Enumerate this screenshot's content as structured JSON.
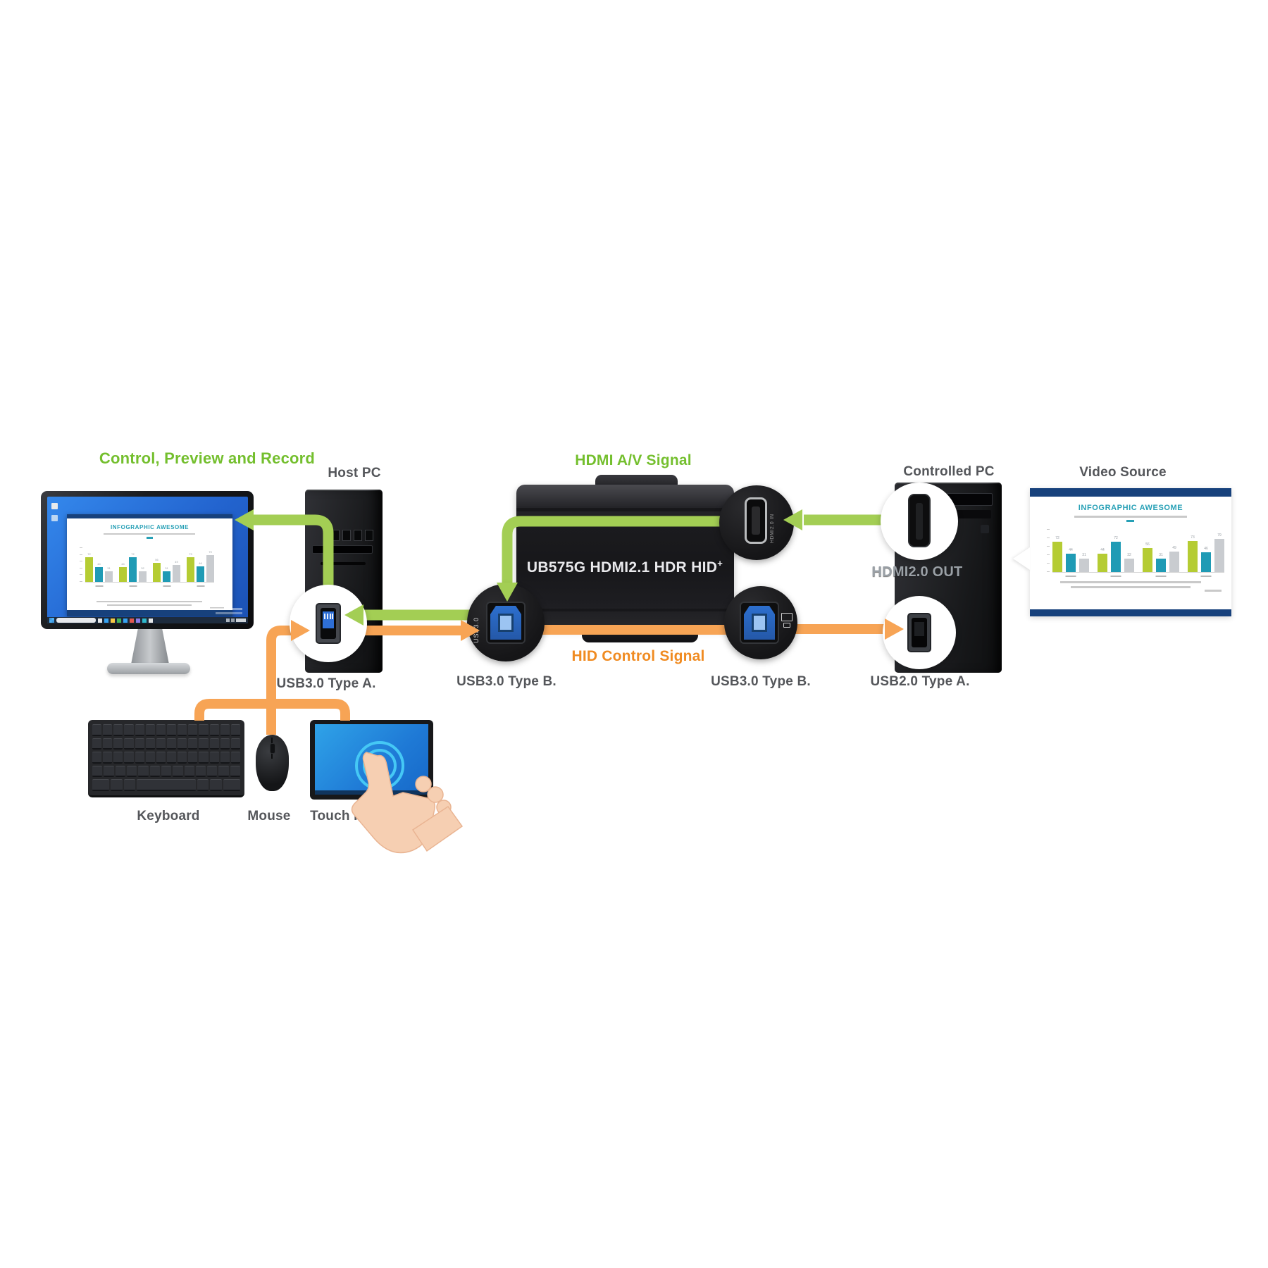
{
  "headings": {
    "control_preview_record": "Control, Preview and Record",
    "hdmi_av_signal": "HDMI A/V Signal",
    "hid_control_signal": "HID Control Signal",
    "host_pc": "Host PC",
    "controlled_pc": "Controlled PC",
    "video_source": "Video Source"
  },
  "ports": {
    "host_usb3_type_a": "USB3.0 Type A.",
    "device_usb3_type_b_host_side": "USB3.0 Type B.",
    "device_usb3_type_b_controlled_side": "USB3.0 Type B.",
    "controlled_usb2_type_a": "USB2.0 Type A.",
    "controlled_hdmi_out": "HDMI2.0 OUT",
    "device_hdmi_in_vertical": "HDMI2.0 IN",
    "device_usb3_vertical": "USB3.0"
  },
  "capture_device": {
    "model": "UB575G HDMI2.1 HDR HID",
    "model_superscript": "+"
  },
  "peripherals": {
    "keyboard": "Keyboard",
    "mouse": "Mouse",
    "touch_panel": "Touch Panel"
  },
  "slide": {
    "title": "INFOGRAPHIC AWESOME",
    "chart_data": {
      "type": "bar",
      "groups": 4,
      "unit": "percent-of-axis-estimated",
      "series": [
        {
          "name": "lime",
          "color": "#b5cc33",
          "values": [
            72,
            44,
            56,
            73
          ]
        },
        {
          "name": "teal",
          "color": "#1f9bb5",
          "values": [
            44,
            72,
            31,
            46
          ]
        },
        {
          "name": "gray",
          "color": "#c9ccd0",
          "values": [
            31,
            32,
            49,
            79
          ]
        }
      ]
    }
  },
  "colors": {
    "green_text": "#74bf2e",
    "green_arrow": "#a3ce54",
    "orange_text": "#f08b21",
    "orange_arrow": "#f7a455",
    "label_gray": "#54565a",
    "slide_teal": "#27a0b6",
    "panel_navy": "#17417c"
  }
}
